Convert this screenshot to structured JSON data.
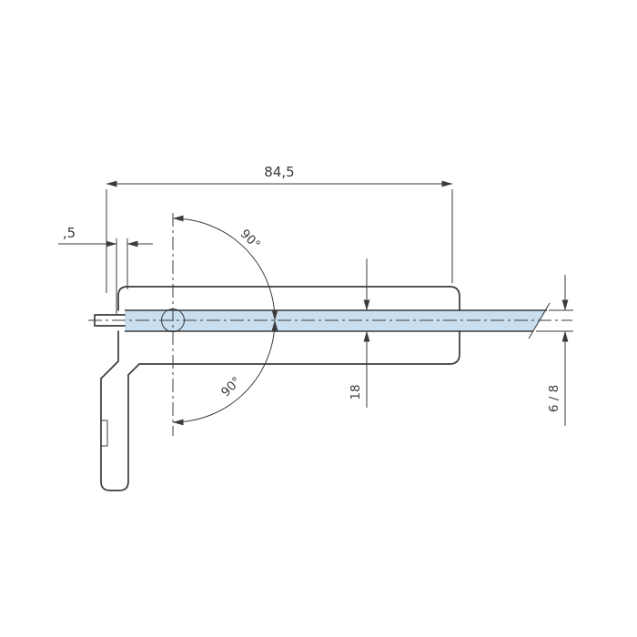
{
  "drawing": {
    "background_color": "#ffffff",
    "line_color": "#3b3b3b",
    "glass_color": "#c9dff0",
    "dimensions": {
      "overall_width": "84,5",
      "offset": ",5",
      "angle_top": "90°",
      "angle_bottom": "90°",
      "depth": "18",
      "glass_thickness": "6 / 8"
    }
  }
}
